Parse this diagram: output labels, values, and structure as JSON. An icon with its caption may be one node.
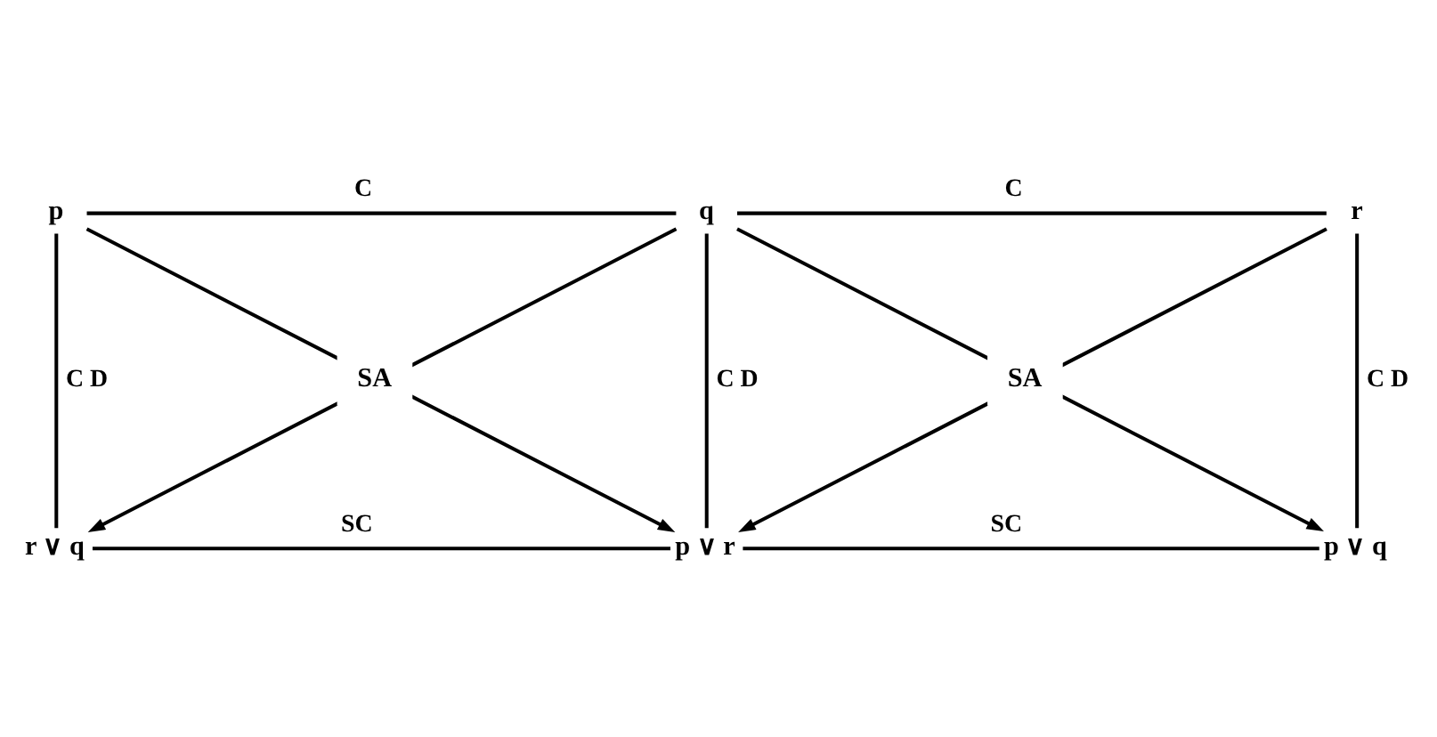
{
  "diagram": {
    "nodes": [
      {
        "text": [
          "p"
        ]
      },
      {
        "text": [
          "q"
        ]
      },
      {
        "text": [
          "r"
        ]
      },
      {
        "text": [
          "r ∨ q"
        ]
      },
      {
        "text": [
          "p ∨ r"
        ]
      },
      {
        "text": [
          "p ∨ q"
        ]
      }
    ],
    "edges": [
      {
        "from": 0,
        "to": 1,
        "arrow": "none",
        "label": "C"
      },
      {
        "from": 1,
        "to": 2,
        "arrow": "none",
        "label": "C"
      },
      {
        "from": 0,
        "to": 3,
        "arrow": "none",
        "label": "C D"
      },
      {
        "from": 1,
        "to": 4,
        "arrow": "none",
        "label": "C D"
      },
      {
        "from": 2,
        "to": 5,
        "arrow": "none",
        "label": "C D"
      },
      {
        "from": 3,
        "to": 4,
        "arrow": "none",
        "label": "SC"
      },
      {
        "from": 4,
        "to": 5,
        "arrow": "none",
        "label": "SC"
      },
      {
        "from": 0,
        "to": 4,
        "arrow": "to"
      },
      {
        "from": 1,
        "to": 3,
        "arrow": "to"
      },
      {
        "from": 1,
        "to": 5,
        "arrow": "to"
      },
      {
        "from": 2,
        "to": 4,
        "arrow": "to"
      }
    ],
    "labels": [
      "SA",
      "SA"
    ]
  }
}
